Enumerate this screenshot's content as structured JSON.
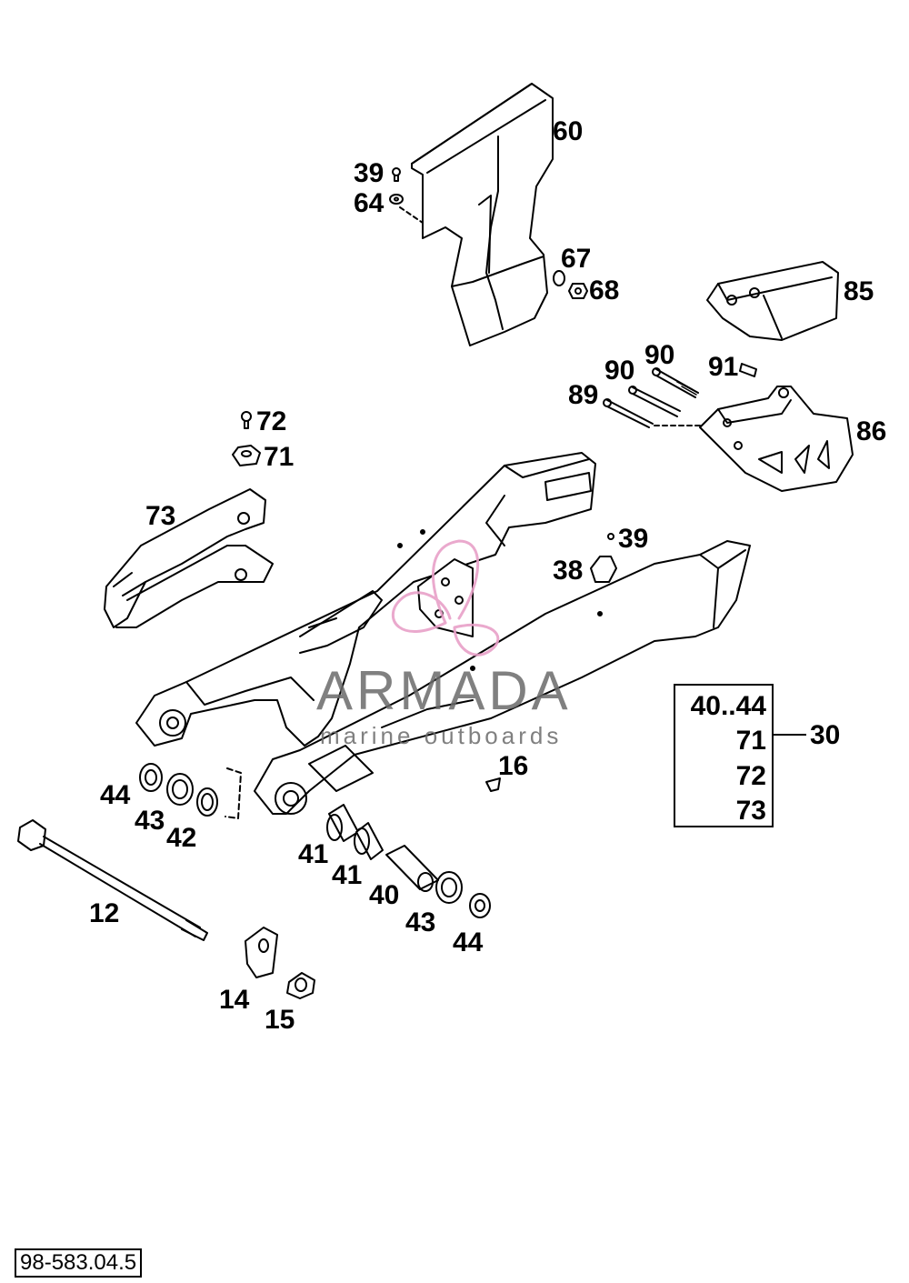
{
  "callouts": [
    {
      "id": "c60",
      "text": "60"
    },
    {
      "id": "c39a",
      "text": "39"
    },
    {
      "id": "c64",
      "text": "64"
    },
    {
      "id": "c67",
      "text": "67"
    },
    {
      "id": "c68",
      "text": "68"
    },
    {
      "id": "c85",
      "text": "85"
    },
    {
      "id": "c90a",
      "text": "90"
    },
    {
      "id": "c90b",
      "text": "90"
    },
    {
      "id": "c91",
      "text": "91"
    },
    {
      "id": "c89",
      "text": "89"
    },
    {
      "id": "c86",
      "text": "86"
    },
    {
      "id": "c72",
      "text": "72"
    },
    {
      "id": "c71",
      "text": "71"
    },
    {
      "id": "c73",
      "text": "73"
    },
    {
      "id": "c39b",
      "text": "39"
    },
    {
      "id": "c38",
      "text": "38"
    },
    {
      "id": "c16",
      "text": "16"
    },
    {
      "id": "c44a",
      "text": "44"
    },
    {
      "id": "c43a",
      "text": "43"
    },
    {
      "id": "c42",
      "text": "42"
    },
    {
      "id": "c41a",
      "text": "41"
    },
    {
      "id": "c41b",
      "text": "41"
    },
    {
      "id": "c40",
      "text": "40"
    },
    {
      "id": "c43b",
      "text": "43"
    },
    {
      "id": "c44b",
      "text": "44"
    },
    {
      "id": "c12",
      "text": "12"
    },
    {
      "id": "c14",
      "text": "14"
    },
    {
      "id": "c15",
      "text": "15"
    }
  ],
  "kit": {
    "items": [
      "40..44",
      "71",
      "72",
      "73"
    ],
    "label": "30"
  },
  "watermark": {
    "title": "ARMADA",
    "subtitle": "marine outboards",
    "logo_color": "#e8a0c8"
  },
  "drawing_number": "98-583.04.5"
}
